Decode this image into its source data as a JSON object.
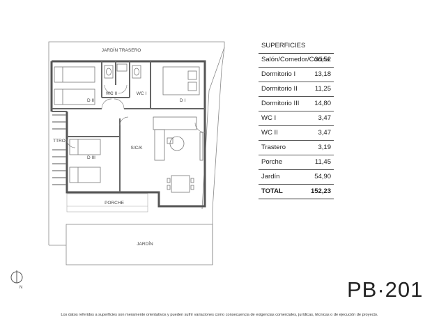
{
  "plan": {
    "labels": {
      "jardin_trasero": "JARDÍN TRASERO",
      "wc2": "WC II",
      "wc1": "WC I",
      "d2": "D II",
      "d1": "D I",
      "d3": "D III",
      "sck": "S/C/K",
      "ttro": "TTRO",
      "porche": "PORCHE",
      "jardin": "JARDÍN"
    },
    "north_label": "N"
  },
  "table": {
    "header": "SUPERFICIES",
    "rows": [
      {
        "label": "Salón/Comedor/Cocina",
        "value": "36,52"
      },
      {
        "label": "Dormitorio I",
        "value": "13,18"
      },
      {
        "label": "Dormitorio II",
        "value": "11,25"
      },
      {
        "label": "Dormitorio III",
        "value": "14,80"
      },
      {
        "label": "WC I",
        "value": "3,47"
      },
      {
        "label": "WC II",
        "value": "3,47"
      },
      {
        "label": "Trastero",
        "value": "3,19"
      },
      {
        "label": "Porche",
        "value": "11,45"
      },
      {
        "label": "Jardín",
        "value": "54,90"
      }
    ],
    "total_label": "TOTAL",
    "total_value": "152,23"
  },
  "unit_code": "PB·201",
  "disclaimer": "Los datos referidos a superficies son meramente orientativos y pueden sufrir variaciones como consecuencia de exigencias comerciales, jurídicas, técnicas o de ejecución de proyecto."
}
